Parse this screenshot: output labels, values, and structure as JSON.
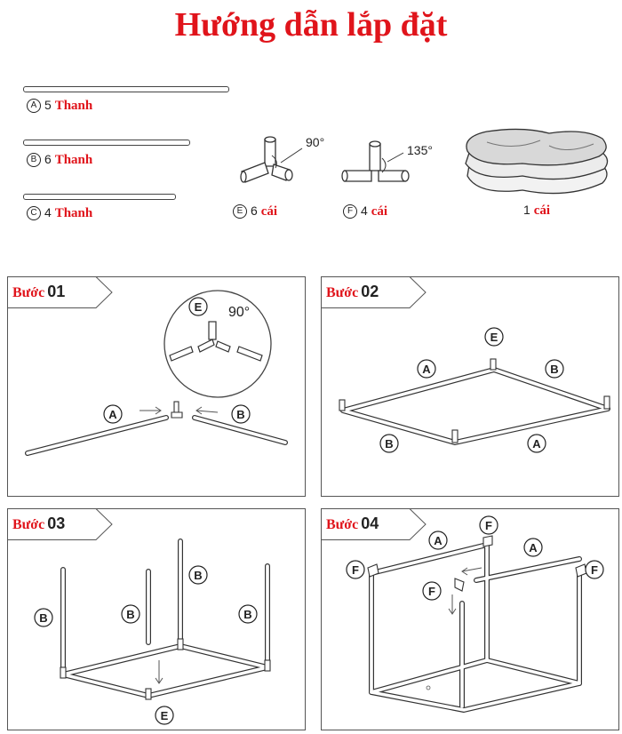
{
  "title": "Hướng dẫn lắp đặt",
  "parts": {
    "a": {
      "letter": "A",
      "count": "5",
      "unit": "Thanh"
    },
    "b": {
      "letter": "B",
      "count": "6",
      "unit": "Thanh"
    },
    "c": {
      "letter": "C",
      "count": "4",
      "unit": "Thanh"
    },
    "e": {
      "letter": "E",
      "count": "6",
      "unit": "cái",
      "angle": "90°"
    },
    "f": {
      "letter": "F",
      "count": "4",
      "unit": "cái",
      "angle": "135°"
    },
    "cover": {
      "count": "1",
      "unit": "cái"
    }
  },
  "steps": [
    {
      "word": "Bước",
      "num": "01"
    },
    {
      "word": "Bước",
      "num": "02"
    },
    {
      "word": "Bước",
      "num": "03"
    },
    {
      "word": "Bước",
      "num": "04"
    }
  ],
  "step1": {
    "zoom_letter": "E",
    "zoom_angle": "90°",
    "left_letter": "A",
    "right_letter": "B"
  },
  "step2": {
    "top": "E",
    "tl": "A",
    "tr": "B",
    "bl": "B",
    "br": "A"
  },
  "step3": {
    "b1": "B",
    "b2": "B",
    "b3": "B",
    "b4": "B",
    "e": "E"
  },
  "step4": {
    "f1": "F",
    "f2": "F",
    "f3": "F",
    "f4": "F",
    "a1": "A",
    "a2": "A"
  }
}
